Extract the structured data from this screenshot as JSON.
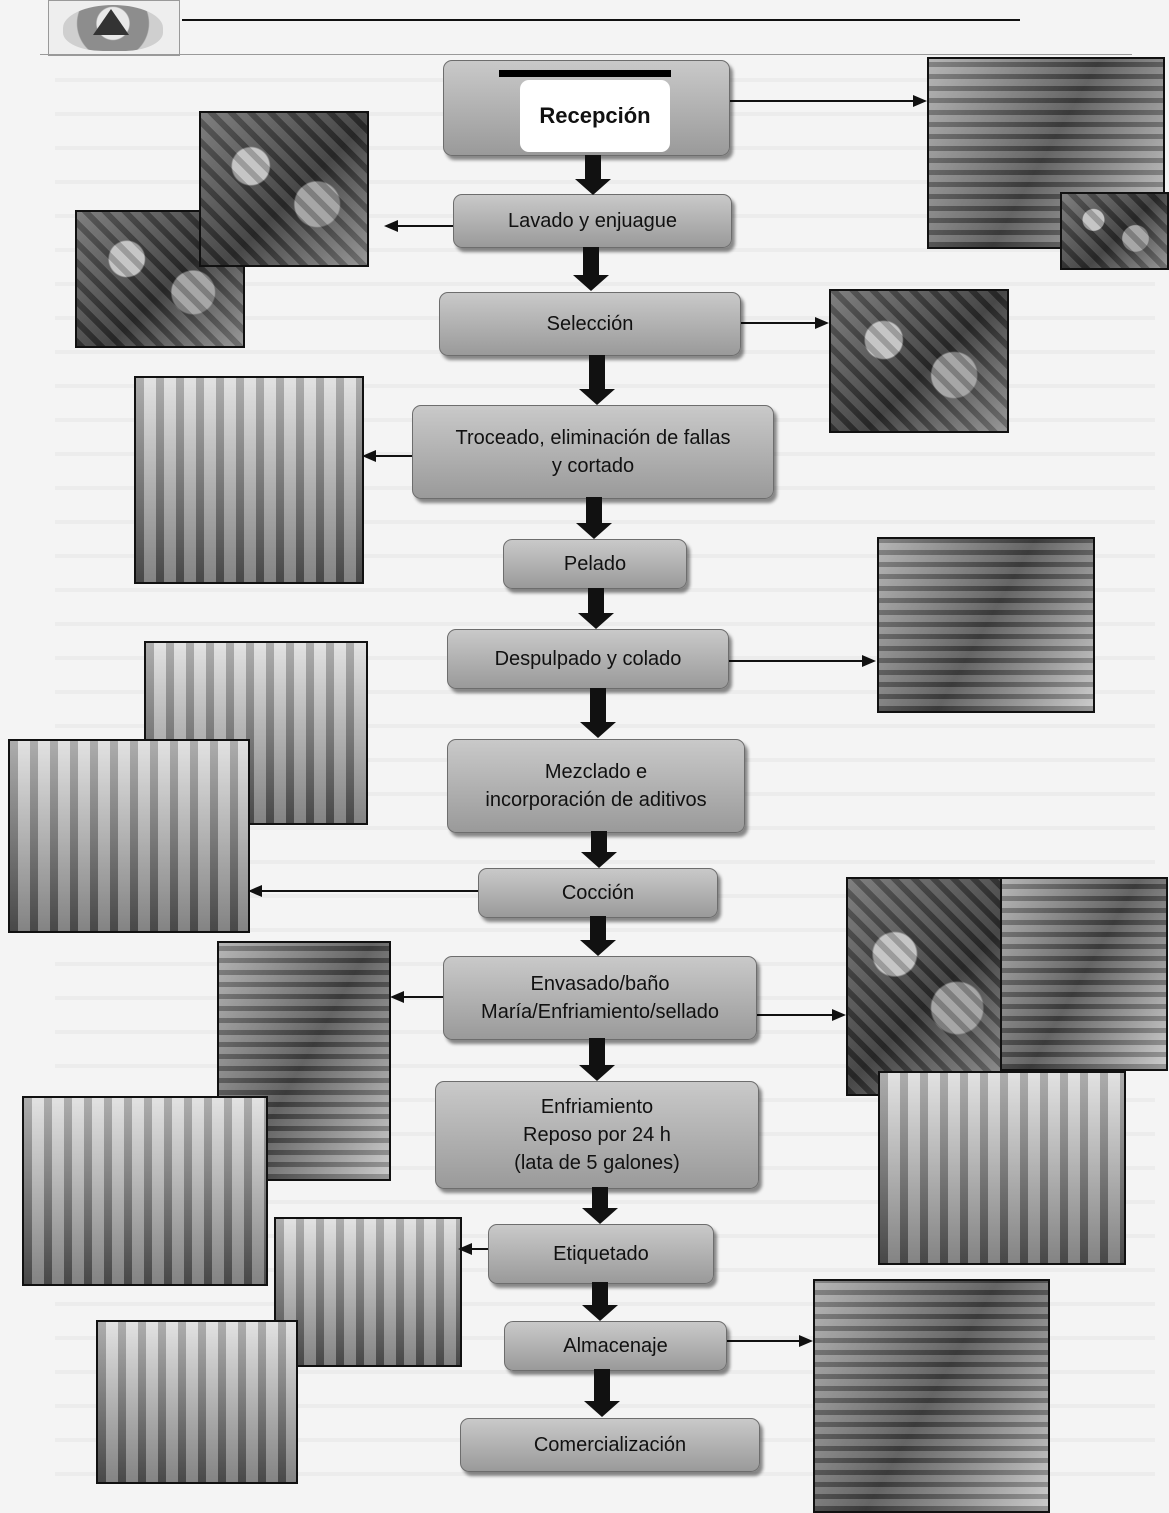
{
  "steps": {
    "recepcion": "Recepción",
    "lavado": "Lavado y enjuague",
    "seleccion": "Selección",
    "troceado": "Troceado, eliminación de fallas\ny cortado",
    "pelado": "Pelado",
    "despulpado": "Despulpado y colado",
    "mezclado": "Mezclado e\nincorporación de aditivos",
    "coccion": "Cocción",
    "envasado": "Envasado/baño\nMaría/Enfriamiento/sellado",
    "enfriamiento": "Enfriamiento\nReposo por 24 h\n(lata de 5 galones)",
    "etiquetado": "Etiquetado",
    "almacenaje": "Almacenaje",
    "comercializacion": "Comercialización"
  }
}
